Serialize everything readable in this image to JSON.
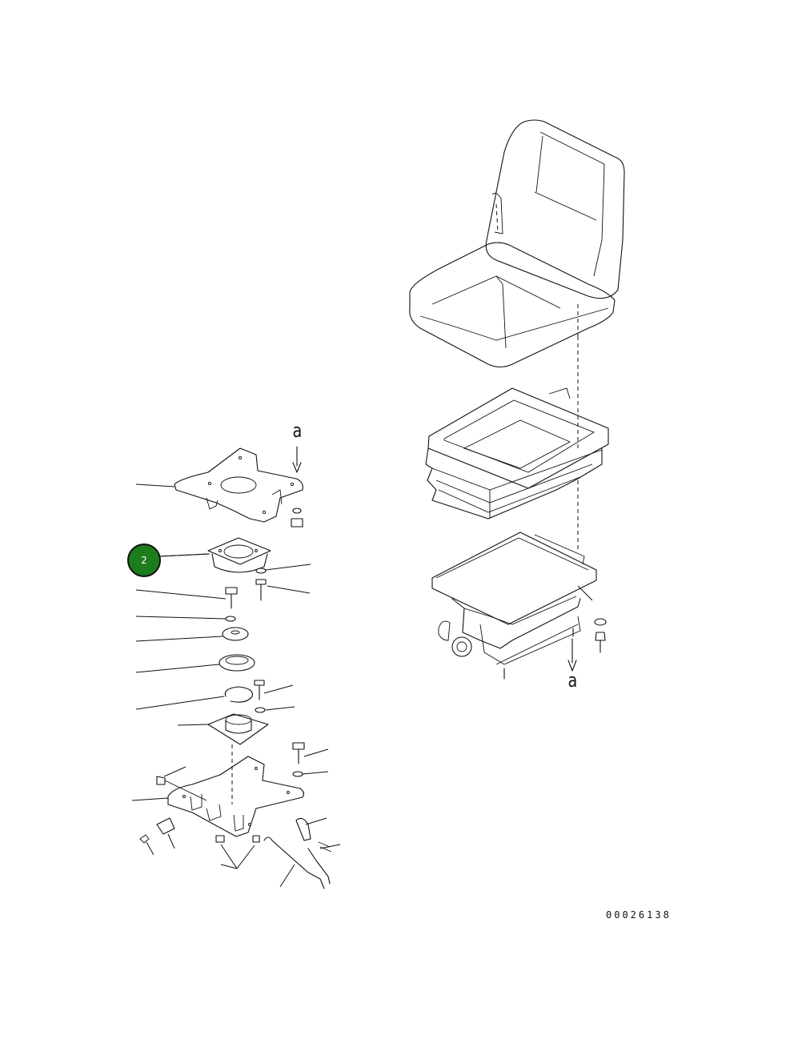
{
  "figure": {
    "view_label_top": "a",
    "view_label_bottom": "a",
    "callout_number": "2",
    "callout_color": "#1c7d1c",
    "figure_number": "00026138"
  }
}
